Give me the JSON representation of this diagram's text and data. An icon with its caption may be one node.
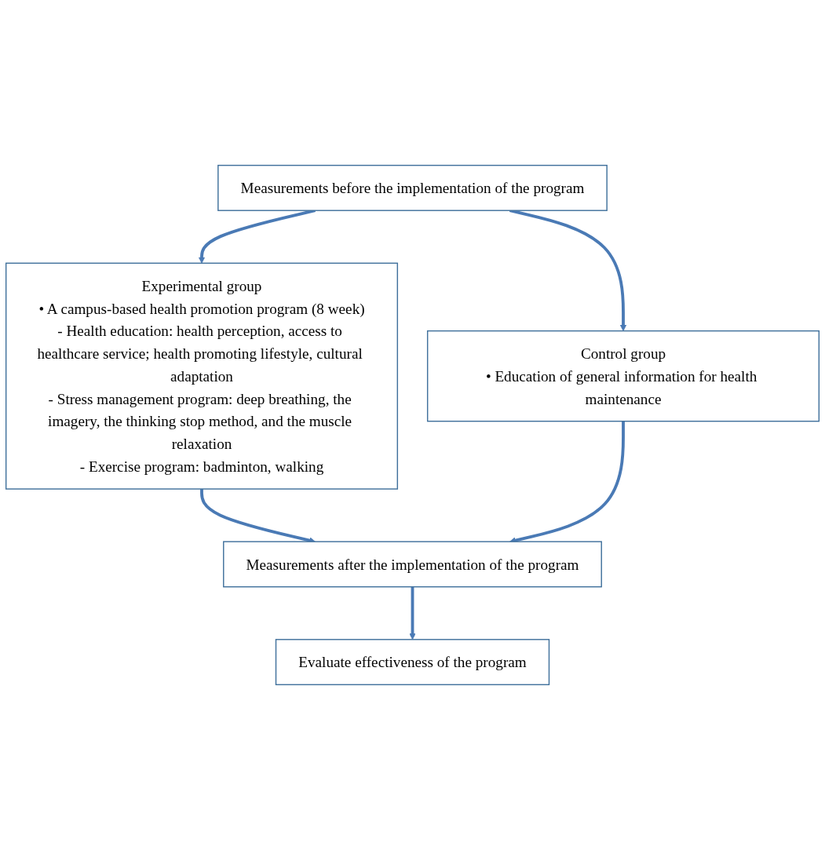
{
  "diagram": {
    "nodes": [
      {
        "text": [
          "Measurements before the implementation of the program"
        ]
      },
      {
        "text": [
          "Experimental group",
          "• A campus-based health promotion program (8 week)",
          "- Health education: health perception, access to healthcare service; health promoting lifestyle, cultural adaptation",
          "- Stress management program: deep breathing, the imagery, the thinking stop method, and the muscle relaxation",
          "- Exercise program: badminton, walking"
        ]
      },
      {
        "text": [
          "Control group",
          "• Education of general information for health maintenance"
        ]
      },
      {
        "text": [
          "Measurements after the implementation of the program"
        ]
      },
      {
        "text": [
          "Evaluate effectiveness of the program"
        ]
      }
    ],
    "edges": [
      {
        "from": 0,
        "to": 1,
        "arrow": "to"
      },
      {
        "from": 0,
        "to": 2,
        "arrow": "to"
      },
      {
        "from": 1,
        "to": 3,
        "arrow": "to"
      },
      {
        "from": 2,
        "to": 3,
        "arrow": "to"
      },
      {
        "from": 3,
        "to": 4,
        "arrow": "to"
      }
    ]
  }
}
